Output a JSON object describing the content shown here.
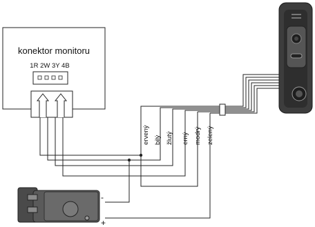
{
  "monitor_connector": {
    "title": "konektor monitoru",
    "pins": "1R 2W 3Y 4B"
  },
  "wire_labels": [
    "ervený",
    "bilý",
    "žlutý",
    "erný",
    "modrý",
    "zelený"
  ],
  "lock_terminals": {
    "minus": "-",
    "plus": "+"
  },
  "colors": {
    "line": "#222222",
    "panel_body": "#3d3d3d",
    "panel_dark": "#1c1c1c",
    "lock_body": "#555555"
  }
}
